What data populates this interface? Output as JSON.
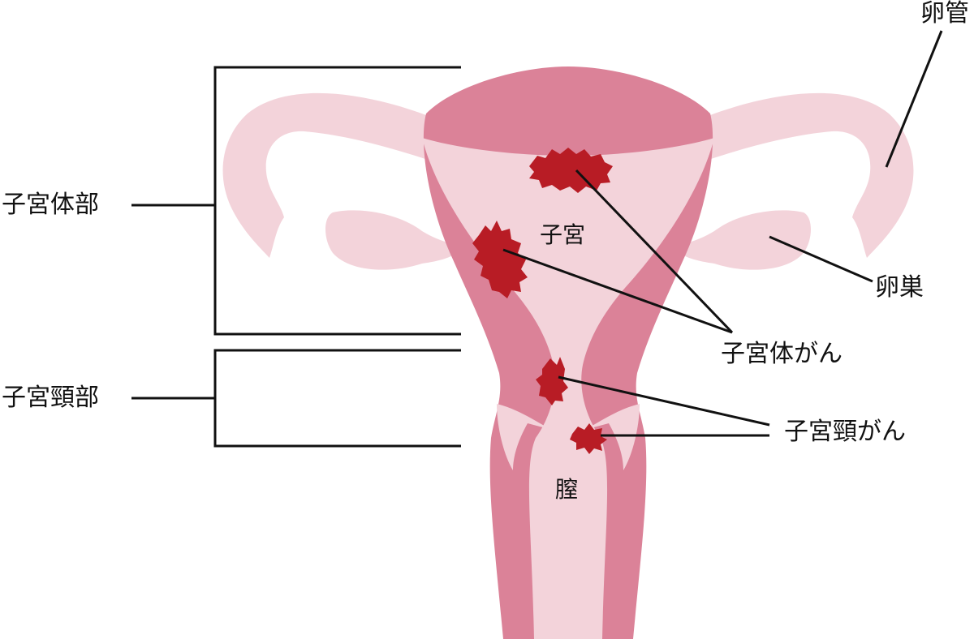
{
  "labels": {
    "uterine_body_region": "子宮体部",
    "cervix_region": "子宮頸部",
    "uterus": "子宮",
    "vagina": "膣",
    "fallopian_tube": "卵管",
    "ovary": "卵巣",
    "endometrial_cancer": "子宮体がん",
    "cervical_cancer": "子宮頸がん"
  },
  "colors": {
    "light_pink": "#f3d3da",
    "medium_pink": "#db8298",
    "tumor_red": "#b81c25",
    "line_black": "#111111"
  }
}
